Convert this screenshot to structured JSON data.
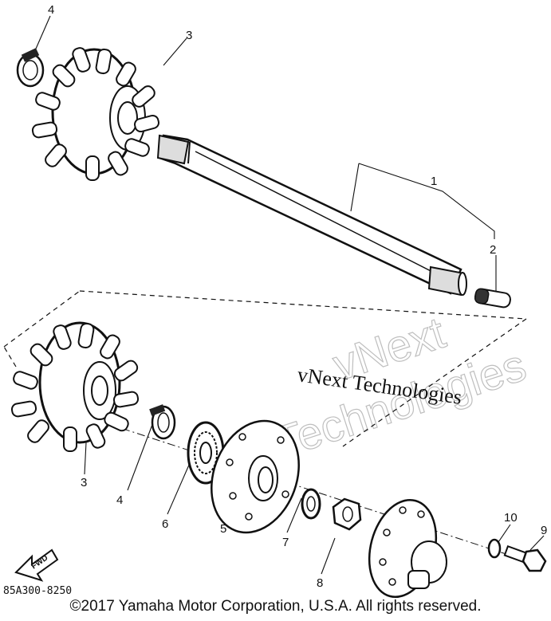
{
  "callouts": {
    "n1": "1",
    "n2": "2",
    "n3_top": "3",
    "n3_bottom": "3",
    "n4_top": "4",
    "n4_bottom": "4",
    "n5": "5",
    "n6": "6",
    "n7": "7",
    "n8": "8",
    "n9": "9",
    "n10": "10"
  },
  "diagram_code": "85A300-8250",
  "fwd_label": "FWD",
  "watermark": {
    "text": "vNext Technologies",
    "ghost_line1": "vNext",
    "ghost_line2": "Technologies"
  },
  "copyright": "©2017 Yamaha Motor Corporation, U.S.A. All rights reserved."
}
